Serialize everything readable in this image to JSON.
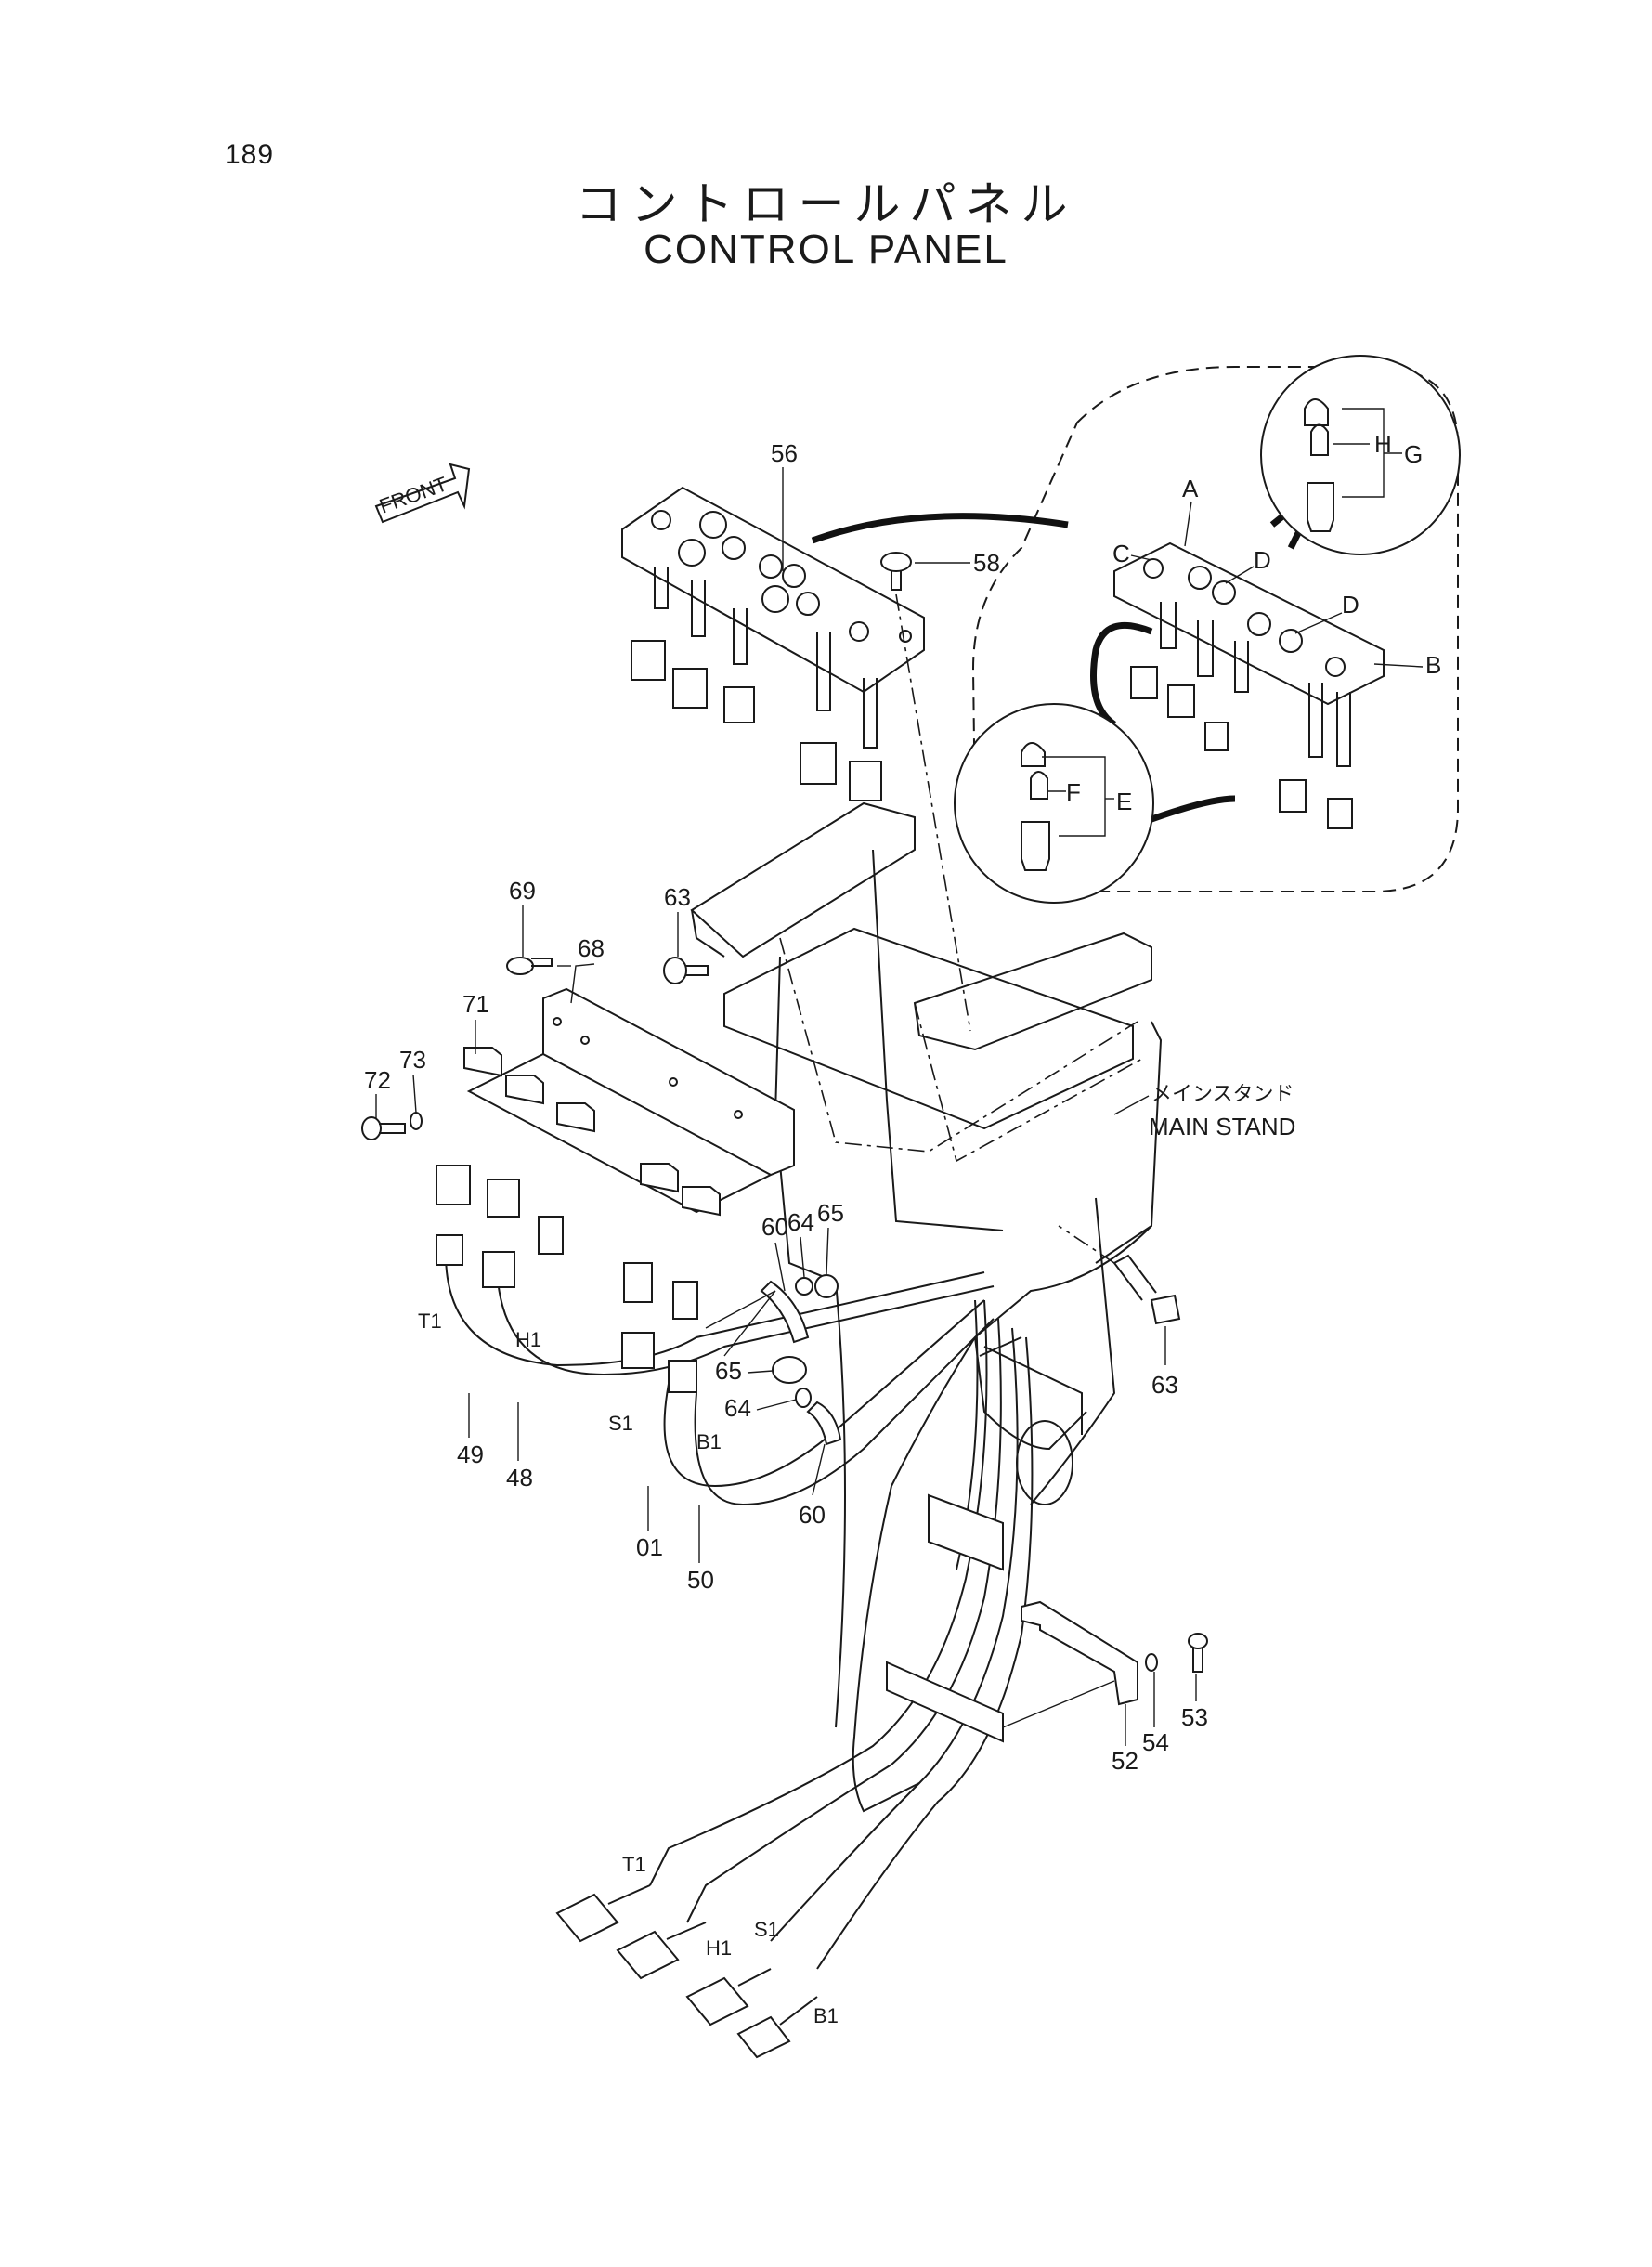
{
  "page": {
    "number": "189"
  },
  "title": {
    "japanese": "コントロールパネル",
    "english": "CONTROL PANEL"
  },
  "front_indicator": "FRONT",
  "annotations": {
    "main_stand_jp": "メインスタンド",
    "main_stand_en": "MAIN STAND"
  },
  "callouts": {
    "p56": "56",
    "p58": "58",
    "p69": "69",
    "p63a": "63",
    "p68": "68",
    "p71": "71",
    "p72": "72",
    "p73": "73",
    "p60a": "60",
    "p64a": "64",
    "p65a": "65",
    "p63b": "63",
    "p65b": "65",
    "p64b": "64",
    "p60b": "60",
    "p49": "49",
    "p48": "48",
    "p01": "01",
    "p50": "50",
    "p52": "52",
    "p54": "54",
    "p53": "53"
  },
  "detail_letters": {
    "A": "A",
    "B": "B",
    "C": "C",
    "D1": "D",
    "D2": "D",
    "E": "E",
    "F": "F",
    "G": "G",
    "H": "H"
  },
  "wire_codes": {
    "top_T1": "T1",
    "top_H1": "H1",
    "top_S1": "S1",
    "top_B1": "B1",
    "bot_T1": "T1",
    "bot_H1": "H1",
    "bot_S1": "S1",
    "bot_B1": "B1"
  }
}
